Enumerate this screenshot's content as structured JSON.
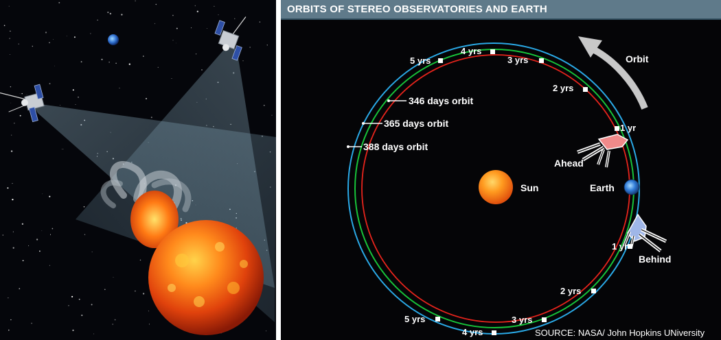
{
  "diagram": {
    "title": "ORBITS OF STEREO OBSERVATORIES AND EARTH",
    "orbit_arrow_label": "Orbit",
    "sun_label": "Sun",
    "earth_label": "Earth",
    "ahead_label": "Ahead",
    "behind_label": "Behind",
    "orbit_periods": [
      "346 days orbit",
      "365 days orbit",
      "388 days orbit"
    ],
    "ahead_markers": [
      "1 yr",
      "2 yrs",
      "3 yrs",
      "4 yrs",
      "5 yrs"
    ],
    "behind_markers": [
      "1 yr",
      "2 yrs",
      "3 yrs",
      "4 yrs",
      "5 yrs"
    ],
    "source": "SOURCE: NASA/ John Hopkins UNiversity",
    "colors": {
      "ahead_orbit": "#e8241c",
      "earth_orbit": "#17c43a",
      "behind_orbit": "#2aa9e6",
      "title_bar": "#5f7a8a"
    }
  },
  "illustration": {
    "description_icon": "stereo-spacecraft-observing-sun-icon"
  }
}
